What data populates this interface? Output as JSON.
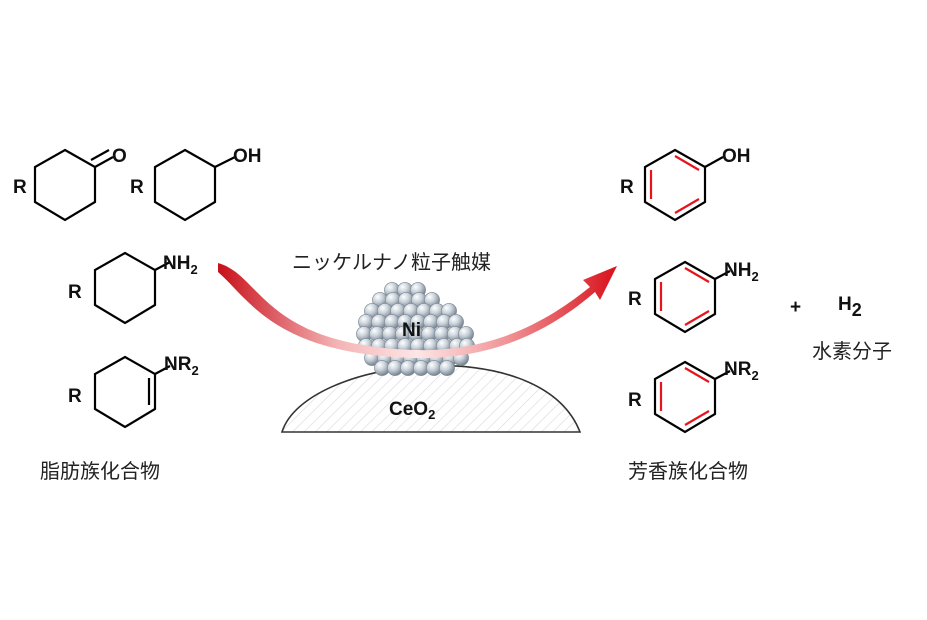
{
  "title": "ニッケルナノ粒子触媒",
  "catalyst": {
    "metal": "Ni",
    "support": "CeO",
    "support_sub": "2"
  },
  "reactants": {
    "label": "脂肪族化合物",
    "cyclohexanone": {
      "r": "R",
      "group": "O"
    },
    "cyclohexanol": {
      "r": "R",
      "group": "OH"
    },
    "cyclohexylamine": {
      "r": "R",
      "group": "NH",
      "sub": "2"
    },
    "enamine": {
      "r": "R",
      "group": "NR",
      "sub": "2"
    }
  },
  "products": {
    "label": "芳香族化合物",
    "phenol": {
      "r": "R",
      "group": "OH"
    },
    "aniline": {
      "r": "R",
      "group": "NH",
      "sub": "2"
    },
    "dialkylaniline": {
      "r": "R",
      "group": "NR",
      "sub": "2"
    }
  },
  "byproduct": {
    "plus": "+",
    "formula": "H",
    "sub": "2",
    "label": "水素分子"
  },
  "colors": {
    "aromatic_bond": "#e8141c",
    "hydrogen": "#22a83a",
    "arrow": "#d8101a",
    "nickel": "#b8c4cf"
  }
}
